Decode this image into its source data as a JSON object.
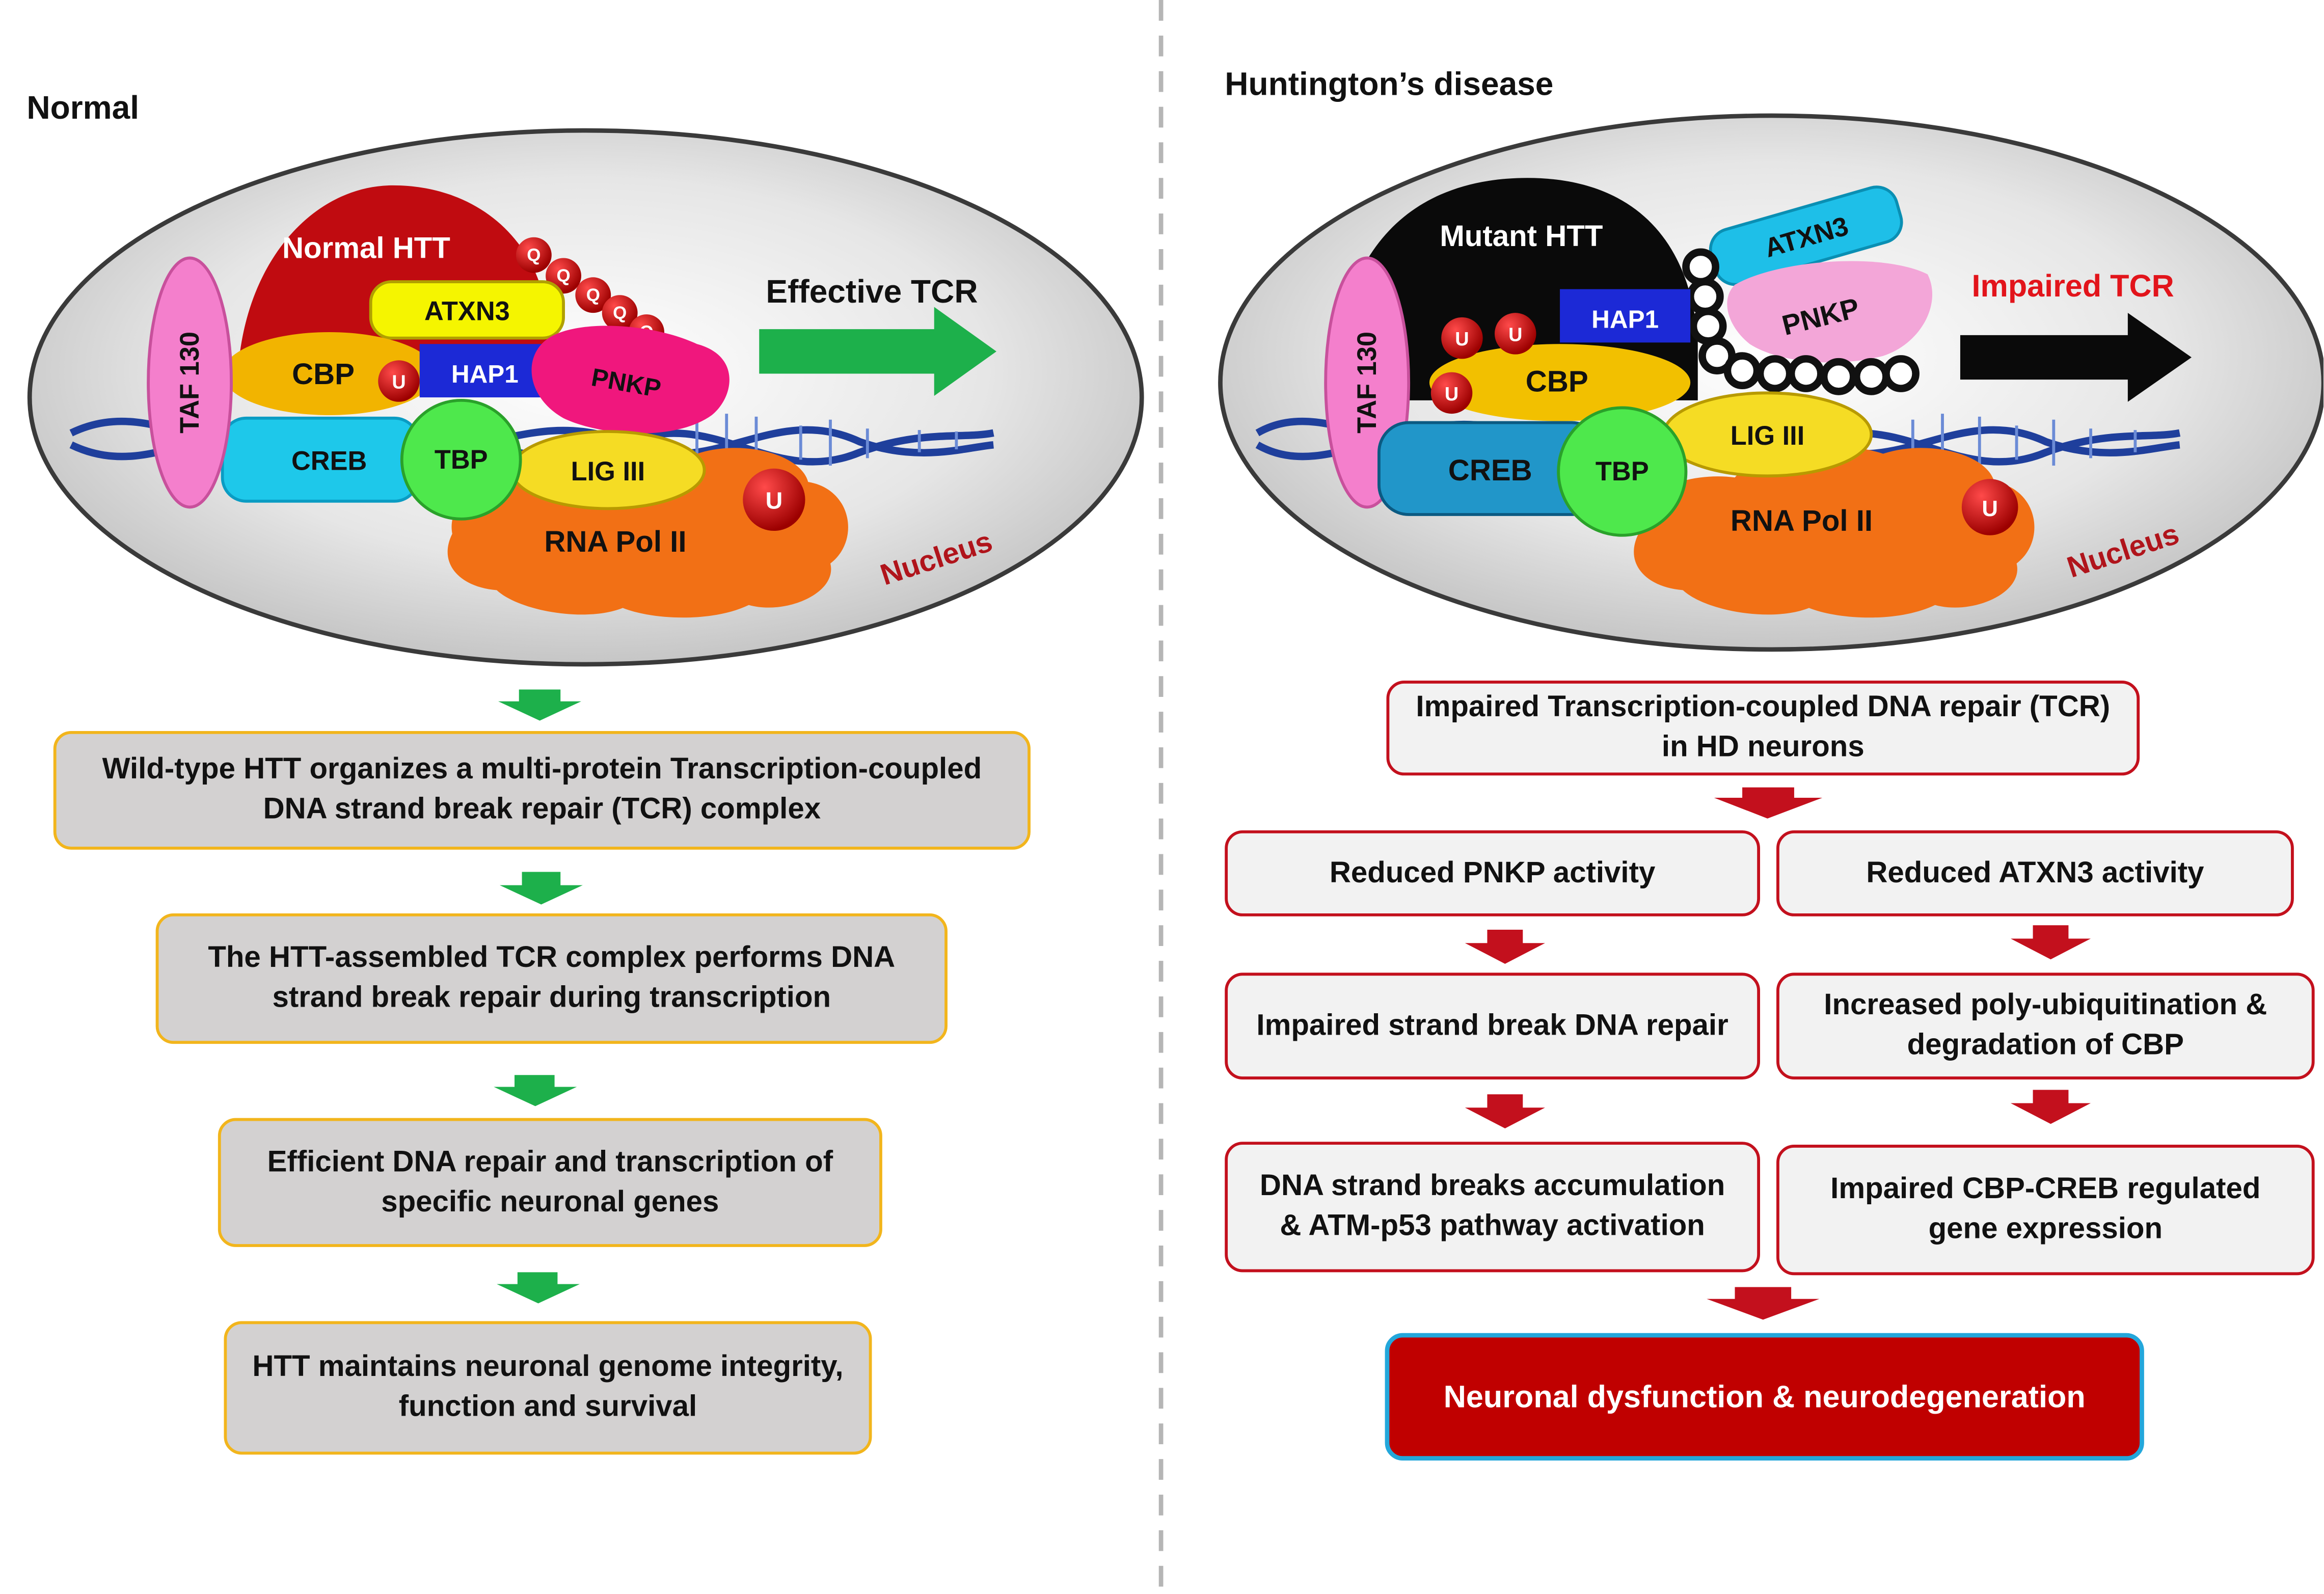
{
  "normal": {
    "heading": "Normal",
    "complex": {
      "htt": "Normal HTT",
      "q": "Q",
      "atxn3": "ATXN3",
      "cbp": "CBP",
      "u": "U",
      "hap1": "HAP1",
      "pnkp": "PNKP",
      "taf": "TAF 130",
      "creb": "CREB",
      "tbp": "TBP",
      "lig": "LIG III",
      "rnapol": "RNA Pol II",
      "nucleus": "Nucleus",
      "tcr": "Effective TCR"
    },
    "steps": [
      "Wild-type HTT organizes a multi-protein Transcription-coupled DNA strand break repair (TCR) complex",
      "The HTT-assembled TCR complex performs DNA strand break repair during transcription",
      "Efficient DNA repair and transcription of specific neuronal genes",
      "HTT maintains neuronal genome integrity, function and survival"
    ]
  },
  "hd": {
    "heading": "Huntington’s disease",
    "complex": {
      "htt": "Mutant HTT",
      "atxn3": "ATXN3",
      "pnkp": "PNKP",
      "hap1": "HAP1",
      "u": "U",
      "cbp": "CBP",
      "taf": "TAF 130",
      "creb": "CREB",
      "tbp": "TBP",
      "lig": "LIG III",
      "rnapol": "RNA Pol II",
      "nucleus": "Nucleus",
      "tcr": "Impaired TCR"
    },
    "top": "Impaired Transcription-coupled DNA repair (TCR) in HD neurons",
    "left": [
      "Reduced PNKP activity",
      "Impaired strand break DNA repair",
      "DNA strand breaks accumulation & ATM-p53 pathway activation"
    ],
    "right": [
      "Reduced ATXN3 activity",
      "Increased poly-ubiquitination & degradation of CBP",
      "Impaired CBP-CREB regulated gene expression"
    ],
    "final": "Neuronal dysfunction & neurodegeneration"
  },
  "colors": {
    "normal_box_fill": "#d3d1d1",
    "normal_box_border": "#f2b51c",
    "normal_arrow": "#1db04b",
    "hd_box_border": "#c3101d",
    "hd_arrow": "#c3101d",
    "final_fill": "#c00000",
    "final_border": "#23a7db",
    "impaired_tcr_text": "#e2141b",
    "nucleus_text": "#b0141b"
  },
  "icons": {
    "tcr_effective": "green-block-arrow-icon",
    "tcr_impaired": "black-block-arrow-icon",
    "flow_normal": "green-down-arrow-icon",
    "flow_hd": "red-down-arrow-icon",
    "dna": "dna-helix-icon",
    "ubiquitin": "ubiquitin-ball-icon",
    "polyq_normal": "glutamine-bead-icon",
    "polyq_mutant": "aggregated-glutamine-bead-icon"
  }
}
